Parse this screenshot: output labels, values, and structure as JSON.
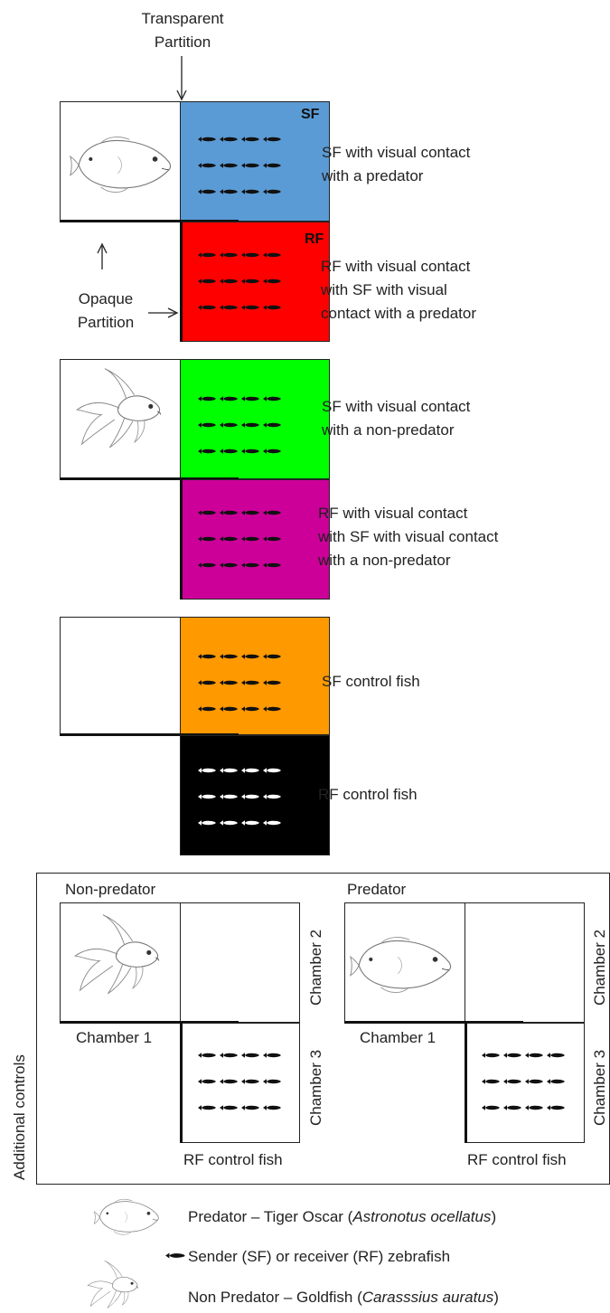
{
  "top_labels": {
    "transparent_partition": [
      "Transparent",
      "Partition"
    ],
    "opaque_partition": [
      "Opaque",
      "Partition"
    ]
  },
  "groups": [
    {
      "id": "predator",
      "sf_color": "#5b9bd5",
      "rf_color": "#ff0000",
      "sf_tag": "SF",
      "rf_tag": "RF",
      "sf_text": [
        "SF with visual contact",
        "with a predator"
      ],
      "rf_text": [
        "RF with visual contact",
        "with SF with visual",
        "contact with a predator"
      ]
    },
    {
      "id": "non-predator",
      "sf_color": "#00ff00",
      "rf_color": "#cc0099",
      "sf_text": [
        "SF with visual contact",
        "with a non-predator"
      ],
      "rf_text": [
        "RF with visual contact",
        "with SF with visual contact",
        "with a non-predator"
      ]
    },
    {
      "id": "control",
      "sf_color": "#ff9900",
      "rf_color": "#000000",
      "sf_text": [
        "SF control fish"
      ],
      "rf_text": [
        "RF control fish"
      ]
    }
  ],
  "additional": {
    "side_label": "Additional controls",
    "left_title": "Non-predator",
    "right_title": "Predator",
    "chamber1": "Chamber 1",
    "chamber2": "Chamber 2",
    "chamber3": "Chamber 3",
    "rf_control": "RF control fish"
  },
  "legend": {
    "predator_prefix": "Predator – Tiger Oscar (",
    "predator_species": "Astronotus ocellatus",
    "predator_suffix": ")",
    "zebrafish": "Sender (SF) or receiver (RF) zebrafish",
    "goldfish_prefix": "Non Predator – Goldfish (",
    "goldfish_species": "Carasssius auratus",
    "goldfish_suffix": ")"
  },
  "icons": {
    "oscar": "oscar-fish-icon",
    "goldfish": "goldfish-icon",
    "zebrafish": "zebrafish-icon"
  }
}
